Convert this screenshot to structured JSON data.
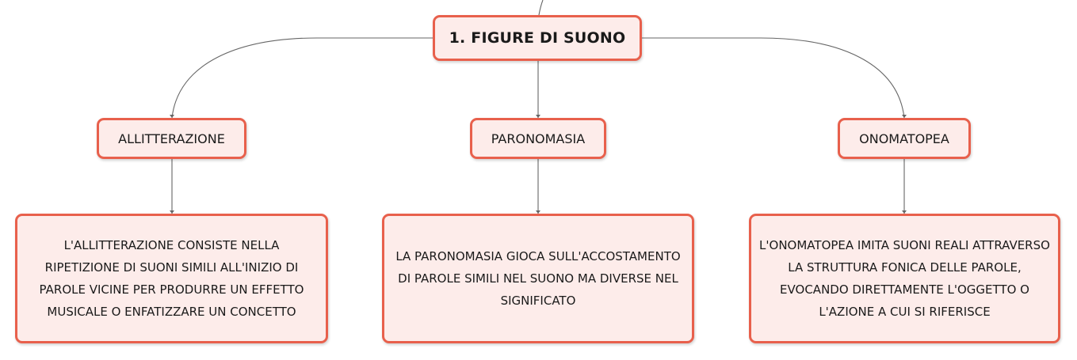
{
  "root": {
    "label": "1. FIGURE DI SUONO"
  },
  "topics": [
    {
      "label": "ALLITTERAZIONE",
      "description": "L'ALLITTERAZIONE CONSISTE NELLA RIPETIZIONE DI SUONI SIMILI ALL'INIZIO DI PAROLE VICINE PER PRODURRE UN EFFETTO MUSICALE O ENFATIZZARE UN CONCETTO"
    },
    {
      "label": "PARONOMASIA",
      "description": "LA PARONOMASIA GIOCA SULL'ACCOSTAMENTO DI PAROLE SIMILI NEL SUONO MA DIVERSE NEL SIGNIFICATO"
    },
    {
      "label": "ONOMATOPEA",
      "description": "L'ONOMATOPEA IMITA SUONI REALI ATTRAVERSO LA STRUTTURA FONICA DELLE PAROLE, EVOCANDO DIRETTAMENTE L'OGGETTO O L'AZIONE A CUI SI RIFERISCE"
    }
  ],
  "colors": {
    "node_border": "#e8604c",
    "node_fill": "#fdecea",
    "connector": "#666666"
  }
}
